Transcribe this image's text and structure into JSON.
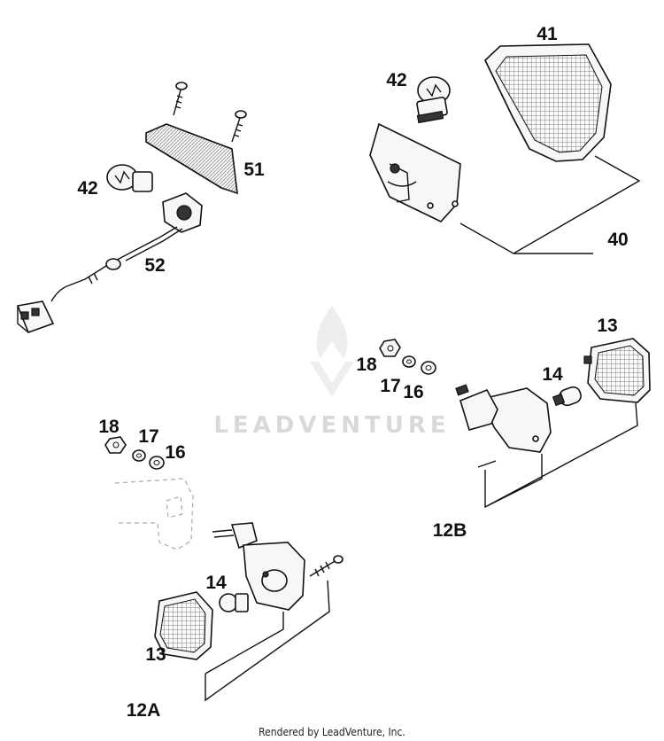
{
  "labels": {
    "p41": "41",
    "p42_top_right": "42",
    "p40": "40",
    "p51": "51",
    "p42_left": "42",
    "p52": "52",
    "p13_right": "13",
    "p18_right": "18",
    "p17_right": "17",
    "p16_right": "16",
    "p14_right": "14",
    "p12B": "12B",
    "p18_left": "18",
    "p17_left": "17",
    "p16_left": "16",
    "p14_left": "14",
    "p13_left": "13",
    "p12A": "12A"
  },
  "watermark": "LEADVENTURE",
  "footer": "Rendered by LeadVenture, Inc."
}
